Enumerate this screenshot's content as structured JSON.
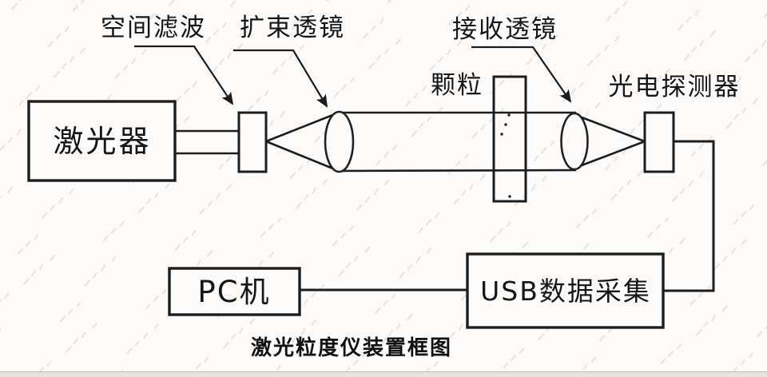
{
  "diagram": {
    "caption": "激光粒度仪装置框图",
    "labels": {
      "spatial_filter": "空间滤波",
      "beam_expander": "扩束透镜",
      "receiving_lens": "接收透镜",
      "particles": "颗粒",
      "photodetector": "光电探测器"
    },
    "boxes": {
      "laser": "激光器",
      "pc": "PC机",
      "usb_daq": "USB数据采集"
    },
    "colors": {
      "ink": "#1d1d1d",
      "background": "#fcfbfa",
      "watermark": "#d3d0cc",
      "footer_strip": "#e7e4e0"
    }
  }
}
